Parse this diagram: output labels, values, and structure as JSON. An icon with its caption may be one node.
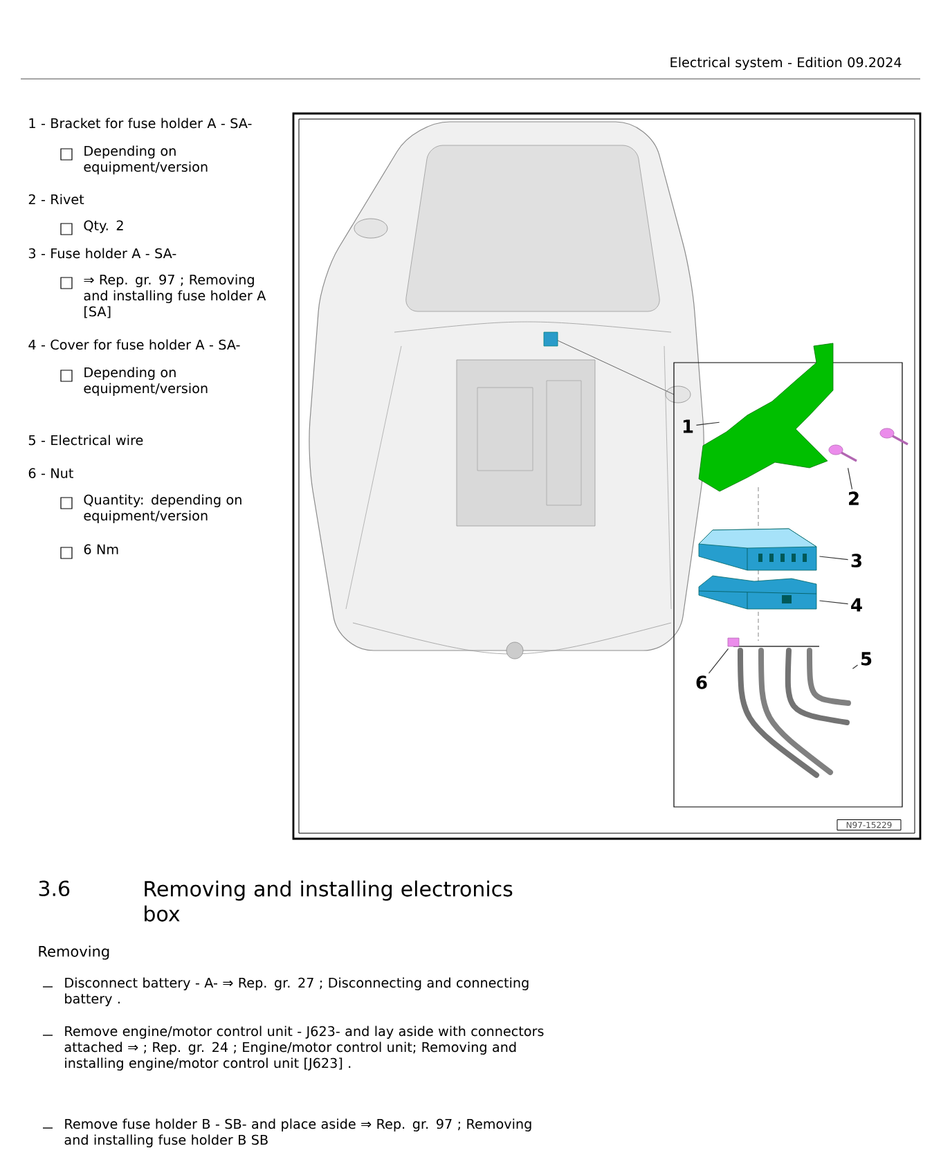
{
  "diagram": {
    "nodes": [
      {
        "text": [
          "1"
        ]
      },
      {
        "text": [],
        "shape": "picture"
      },
      {
        "text": [
          "2"
        ]
      },
      {
        "text": [],
        "shape": "picture"
      },
      {
        "text": [
          "3"
        ]
      },
      {
        "text": [],
        "shape": "picture"
      },
      {
        "text": [
          "4"
        ]
      },
      {
        "text": [],
        "shape": "picture"
      },
      {
        "text": [
          "5"
        ]
      },
      {
        "text": [],
        "shape": "picture"
      },
      {
        "text": [
          "6"
        ]
      },
      {
        "text": [],
        "shape": "picture"
      },
      {
        "text": [],
        "shape": "picture"
      },
      {
        "text": [
          "N97-15229"
        ]
      }
    ],
    "edges": [
      {
        "from": 0,
        "to": 1,
        "arrow": "none"
      },
      {
        "from": 2,
        "to": 3,
        "arrow": "none"
      },
      {
        "from": 4,
        "to": 5,
        "arrow": "none"
      },
      {
        "from": 6,
        "to": 7,
        "arrow": "none"
      },
      {
        "from": 8,
        "to": 9,
        "arrow": "none"
      },
      {
        "from": 10,
        "to": 11,
        "arrow": "none"
      }
    ],
    "labels": [
      "Electrical system - Edition 09.2024",
      "1 - Bracket for fuse holder A - SA-",
      "Depending on equipment/version",
      "2 - Rivet",
      "Qty. 2",
      "3 - Fuse holder A - SA-",
      "⇒ Rep. gr. 97 ; Removing and installing fuse holder A [SA]",
      "4 - Cover for fuse holder A - SA-",
      "Depending on equipment/version",
      "5 - Electrical wire",
      "6 - Nut",
      "Quantity: depending on equipment/version",
      "6 Nm",
      "3.6",
      "Removing and installing electronics box",
      "Removing",
      "Disconnect battery - A- ⇒ Rep. gr. 27 ; Disconnecting and connecting battery .",
      "Remove engine/motor control unit - J623- and lay aside with connectors attached ⇒ ; Rep. gr. 24 ; Engine/motor control unit; Removing and installing engine/motor control unit [J623] .",
      "Remove fuse holder B - SB- and place aside ⇒ Rep. gr. 97 ; Removing and installing fuse holder B SB"
    ]
  }
}
